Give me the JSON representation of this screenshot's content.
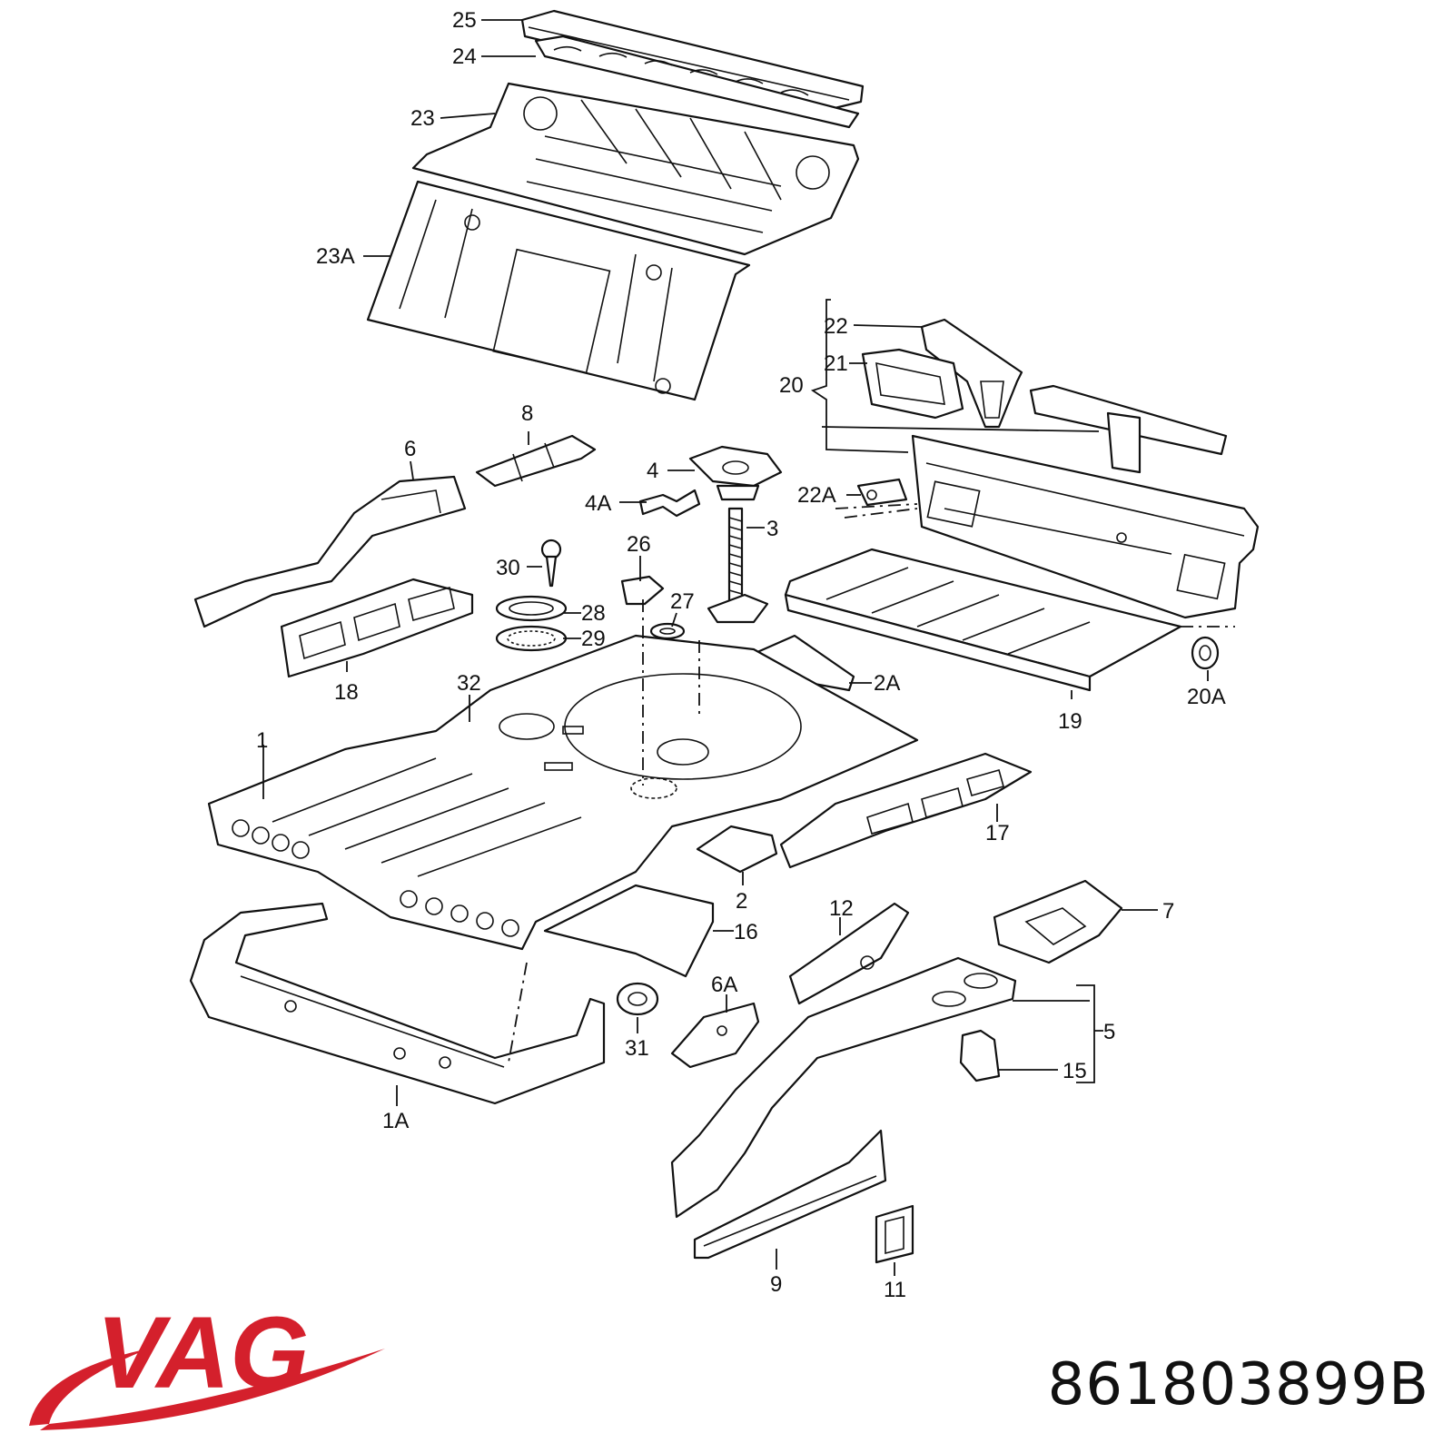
{
  "callouts": [
    "25",
    "24",
    "23",
    "23A",
    "22",
    "21",
    "20",
    "8",
    "6",
    "4",
    "4A",
    "22A",
    "3",
    "26",
    "30",
    "28",
    "27",
    "29",
    "18",
    "2A",
    "19",
    "20A",
    "32",
    "1",
    "17",
    "2",
    "16",
    "7",
    "12",
    "6A",
    "5",
    "15",
    "31",
    "1A",
    "9",
    "11"
  ],
  "brand": {
    "name": "VAG",
    "color": "#d4202c"
  },
  "part_number": "861803899B"
}
